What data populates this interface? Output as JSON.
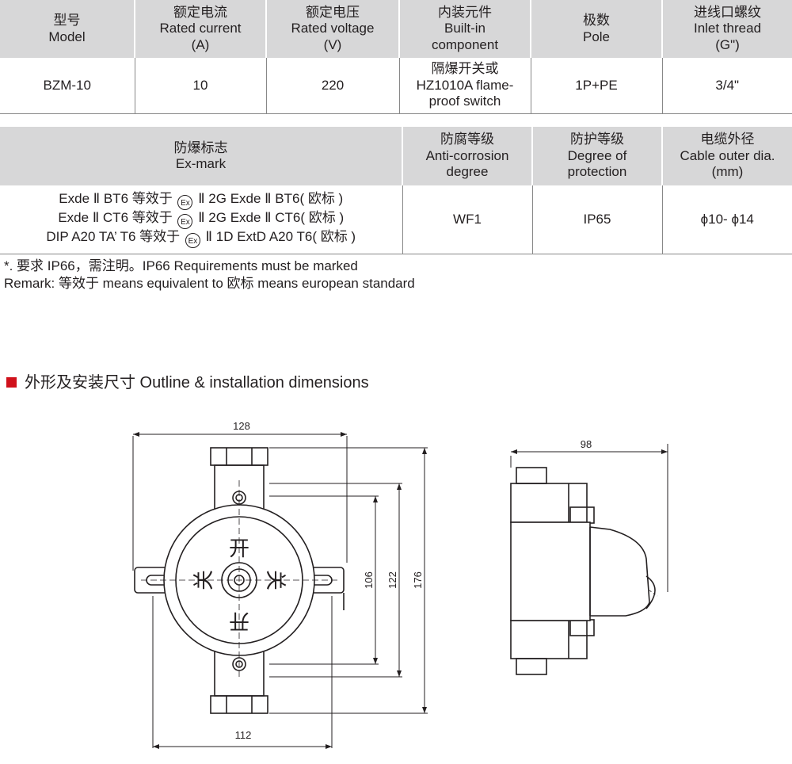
{
  "table1": {
    "headers": [
      {
        "cn": "型号",
        "en": "Model"
      },
      {
        "cn": "额定电流",
        "en": "Rated current",
        "unit": "(A)"
      },
      {
        "cn": "额定电压",
        "en": "Rated voltage",
        "unit": "(V)"
      },
      {
        "cn": "内装元件",
        "en": "Built-in",
        "en2": "component"
      },
      {
        "cn": "极数",
        "en": "Pole"
      },
      {
        "cn": "进线口螺纹",
        "en": "Inlet thread",
        "unit": "(G\")"
      }
    ],
    "row": {
      "model": "BZM-10",
      "current": "10",
      "voltage": "220",
      "component_l1": "隔爆开关或",
      "component_l2": "HZ1010A flame-",
      "component_l3": "proof switch",
      "pole": "1P+PE",
      "thread": "3/4\""
    }
  },
  "table2": {
    "headers": [
      {
        "cn": "防爆标志",
        "en": "Ex-mark"
      },
      {
        "cn": "防腐等级",
        "en": "Anti-corrosion",
        "en2": "degree"
      },
      {
        "cn": "防护等级",
        "en": "Degree of",
        "en2": "protection"
      },
      {
        "cn": "电缆外径",
        "en": "Cable outer dia.",
        "unit": "(mm)"
      }
    ],
    "exmark_lines": [
      {
        "pre": "Exde Ⅱ BT6 等效于",
        "ex": "Ex",
        "post": "Ⅱ 2G Exde Ⅱ BT6( 欧标 )"
      },
      {
        "pre": "Exde Ⅱ CT6 等效于",
        "ex": "Ex",
        "post": "Ⅱ 2G Exde Ⅱ CT6( 欧标 )"
      },
      {
        "pre": "DIP A20 TA’ T6 等效于",
        "ex": "Ex",
        "post": "Ⅱ 1D ExtD A20 T6( 欧标 )"
      }
    ],
    "anticorrosion": "WF1",
    "protection": "IP65",
    "cable_dia": "ϕ10- ϕ14"
  },
  "notes": {
    "line1": "*. 要求 IP66，需注明。IP66 Requirements must be marked",
    "line2": "Remark: 等效于 means equivalent to   欧标 means european standard"
  },
  "section_title": "外形及安装尺寸 Outline & installation dimensions",
  "colors": {
    "accent": "#d0111b",
    "header_bg": "#d7d7d8"
  },
  "drawing": {
    "front": {
      "dim_width": "128",
      "dim_mount": "112",
      "dim_h1": "106",
      "dim_h2": "122",
      "dim_h3": "176",
      "label_top": "开",
      "label_bottom": "开",
      "label_left": "关",
      "label_right": "关"
    },
    "side": {
      "dim_depth": "98"
    }
  }
}
